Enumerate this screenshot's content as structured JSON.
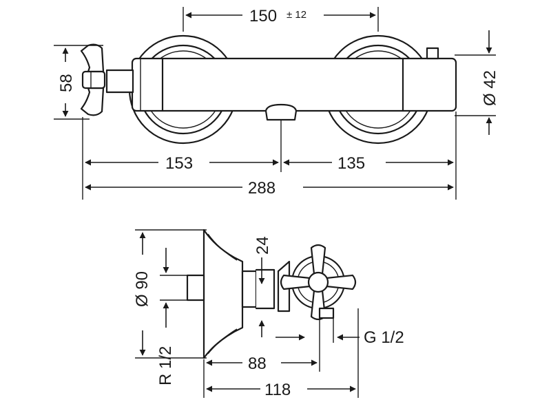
{
  "top_view": {
    "dim_spacing": "150",
    "dim_spacing_tol": "± 12",
    "dim_height": "58",
    "dim_diameter": "Ø 42",
    "dim_left": "153",
    "dim_right": "135",
    "dim_total": "288"
  },
  "side_view": {
    "dim_hex": "24",
    "dim_rosette": "Ø 90",
    "dim_inlet_thread": "R 1/2",
    "dim_outlet_thread": "G 1/2",
    "dim_depth": "88",
    "dim_depth_total": "118"
  }
}
